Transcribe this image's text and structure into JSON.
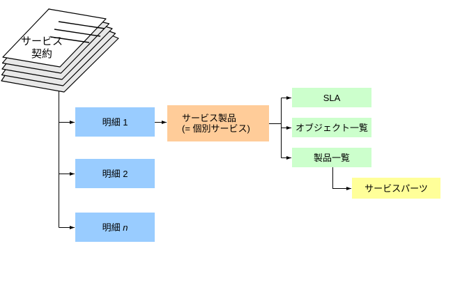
{
  "document_icon": {
    "title_line1": "サービス",
    "title_line2": "契約"
  },
  "detail_items": [
    {
      "label": "明細 1"
    },
    {
      "label": "明細 2"
    },
    {
      "label_prefix": "明細 ",
      "label_var": "n"
    }
  ],
  "product_box": {
    "line1": "サービス製品",
    "line2": "(= 個別サービス)"
  },
  "list_boxes": [
    {
      "label": "SLA"
    },
    {
      "label": "オブジェクト一覧"
    },
    {
      "label": "製品一覧"
    }
  ],
  "parts_box": {
    "label": "サービスパーツ"
  },
  "colors": {
    "detail_blue": "#99CCFF",
    "product_orange": "#FFCC99",
    "list_green": "#CCFFCC",
    "parts_yellow": "#FFFF99",
    "line_black": "#000000",
    "paper_gray": "#E8E8E8"
  }
}
